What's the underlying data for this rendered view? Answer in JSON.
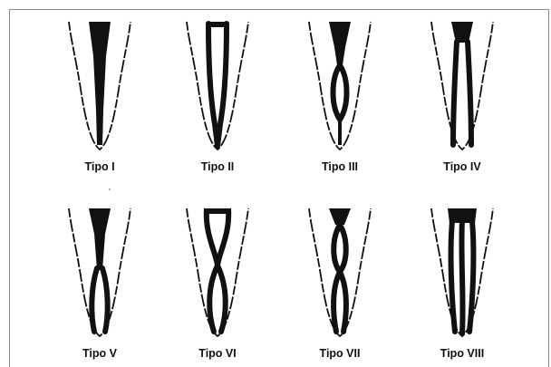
{
  "figure": {
    "types": [
      {
        "label": "Tipo I"
      },
      {
        "label": "Tipo II"
      },
      {
        "label": "Tipo III"
      },
      {
        "label": "Tipo IV"
      },
      {
        "label": "Tipo V"
      },
      {
        "label": "Tipo VI"
      },
      {
        "label": "Tipo VII"
      },
      {
        "label": "Tipo VIII"
      }
    ]
  }
}
